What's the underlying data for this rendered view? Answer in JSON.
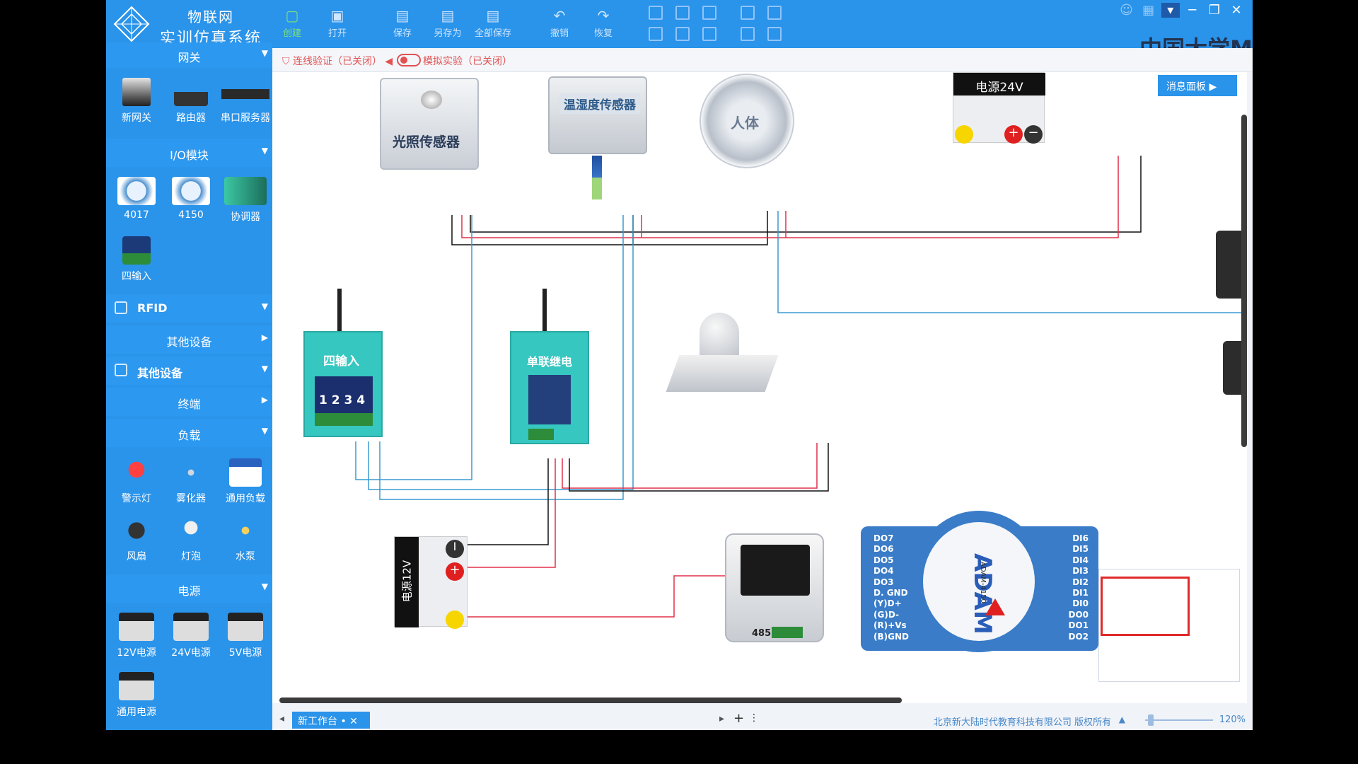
{
  "app": {
    "title_line1": "物联网",
    "title_line2": "实训仿真系统",
    "brand": "中国大学M"
  },
  "sidebar": {
    "gateway_cat": "网关",
    "gateway_items": [
      "新网关",
      "路由器",
      "串口服务器"
    ],
    "io_cat": "I/O模块",
    "io_items": [
      "4017",
      "4150",
      "协调器",
      "四输入"
    ],
    "rfid_cat": "RFID",
    "other_sub": "其他设备",
    "other_cat": "其他设备",
    "terminal_sub": "终端",
    "load_sub": "负载",
    "load_items": [
      "警示灯",
      "雾化器",
      "通用负载",
      "风扇",
      "灯泡",
      "水泵"
    ],
    "power_cat": "电源",
    "power_items": [
      "12V电源",
      "24V电源",
      "5V电源",
      "通用电源"
    ]
  },
  "toolbar": {
    "create": "创建",
    "open": "打开",
    "save": "保存",
    "save_as": "另存为",
    "save_all": "全部保存",
    "undo": "撤销",
    "redo": "恢复"
  },
  "strip": {
    "wire_check": "连线验证（已关闭）",
    "sim": "模拟实验（已关闭）"
  },
  "canvas": {
    "msg_panel": "消息面板",
    "light_sensor": "光照传感器",
    "temp_sensor": "温湿度传感器",
    "human_sensor": "人体",
    "power24": "电源24V",
    "four_input": "四输入",
    "four_nums": "1 2 3 4",
    "relay": "单联继电",
    "power12": "电源12V",
    "device485": "485",
    "adam": "ADAM",
    "adam_model": "ADAM-4150",
    "adam_left_pins": [
      "DO7",
      "DO6",
      "DO5",
      "DO4",
      "DO3",
      "D. GND",
      "(Y)D+",
      "(G)D-",
      "(R)+Vs",
      "(B)GND"
    ],
    "adam_right_pins": [
      "DI6",
      "DI5",
      "DI4",
      "DI3",
      "DI2",
      "DI1",
      "DI0",
      "DO0",
      "DO1",
      "DO2"
    ]
  },
  "bottom": {
    "tab": "新工作台",
    "copyright": "北京新大陆时代教育科技有限公司 版权所有",
    "zoom": "120%"
  },
  "colors": {
    "brand_blue": "#2a93ea",
    "wire_red": "#e0304a",
    "wire_blue": "#3a9ad0",
    "wire_black": "#111111",
    "device_teal": "#35c7c0"
  }
}
